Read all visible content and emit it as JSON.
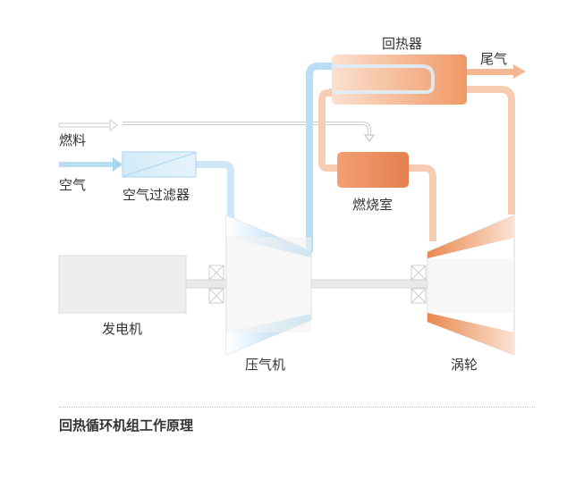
{
  "labels": {
    "regenerator": "回热器",
    "exhaust": "尾气",
    "fuel": "燃料",
    "air": "空气",
    "air_filter": "空气过滤器",
    "combustor": "燃烧室",
    "generator": "发电机",
    "compressor": "压气机",
    "turbine": "涡轮"
  },
  "caption": "回热循环机组工作原理",
  "colors": {
    "air_stream": "#cfe7f7",
    "hot_stream": "#f2bf9f",
    "combustor": "#e98a5c",
    "regenerator": "#f4a77c",
    "generator": "#eeeeee",
    "shaft": "#e9e9e9",
    "text": "#333333"
  }
}
